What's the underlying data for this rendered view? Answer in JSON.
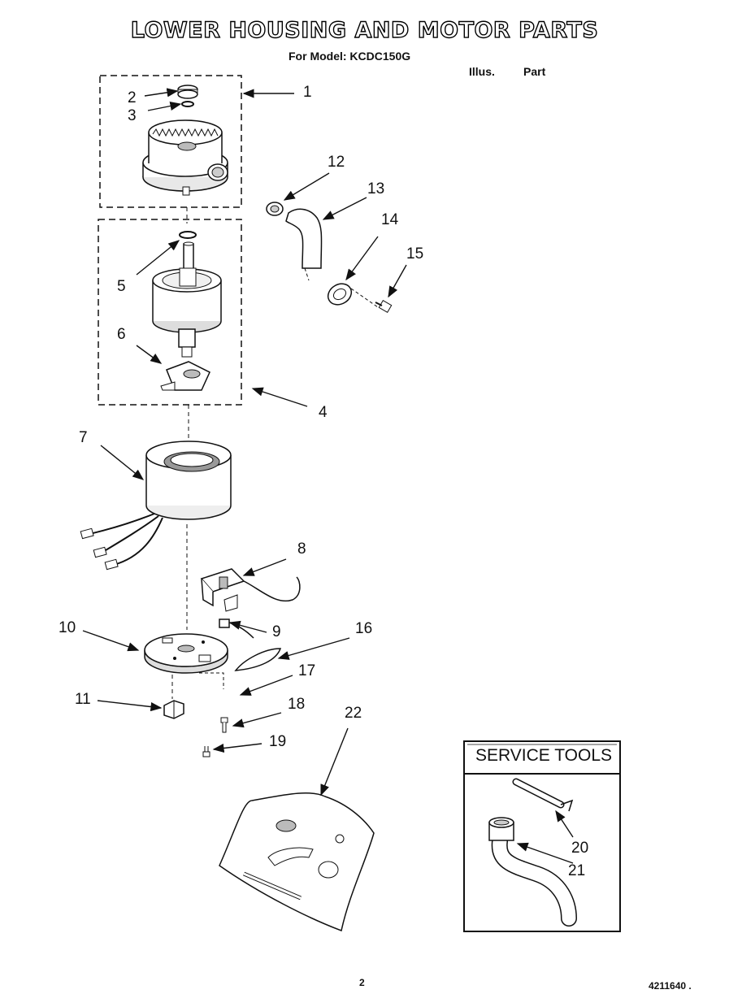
{
  "header": {
    "title": "LOWER HOUSING AND MOTOR PARTS",
    "subtitle": "For Model: KCDC150G",
    "col_illus": "Illus.",
    "col_part": "Part"
  },
  "callouts": [
    "1",
    "2",
    "3",
    "4",
    "5",
    "6",
    "7",
    "8",
    "9",
    "10",
    "11",
    "12",
    "13",
    "14",
    "15",
    "16",
    "17",
    "18",
    "19",
    "20",
    "21",
    "22"
  ],
  "service_tools": {
    "title": "SERVICE TOOLS"
  },
  "footer": {
    "page": "2",
    "code": "4211640 ."
  },
  "colors": {
    "ink": "#111111",
    "paper": "#ffffff",
    "shade": "#cccccc"
  }
}
